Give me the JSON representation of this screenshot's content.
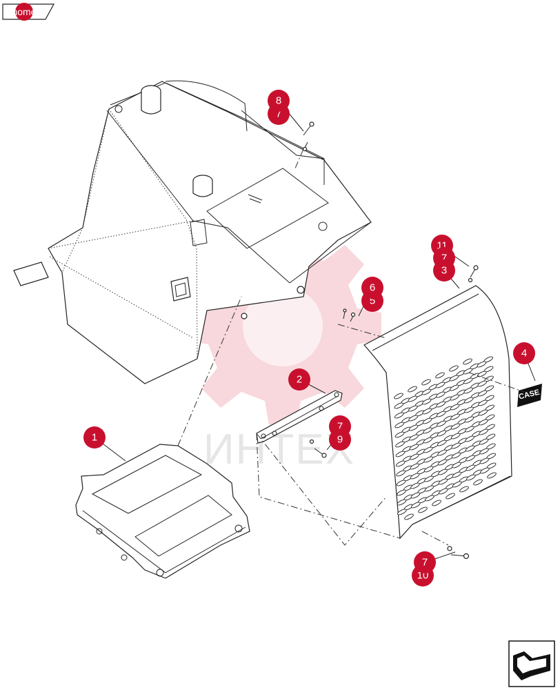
{
  "nav": {
    "home_label": "home"
  },
  "watermark": {
    "text": "ИНТЕХ"
  },
  "brand": {
    "decal_text": "CASE"
  },
  "colors": {
    "callout": "#c8102e",
    "watermark": "#f2b8bf",
    "line": "#222222"
  },
  "callouts": {
    "c1": "1",
    "c2": "2",
    "c3": "3",
    "c4": "4",
    "c5": "5",
    "c6": "6",
    "c7a": "7",
    "c7b": "7",
    "c7c": "7",
    "c7d": "7",
    "c8": "8",
    "c9": "9",
    "c10": "10",
    "c11": "11"
  },
  "icons": {
    "next_page": "next-page-arrow-icon"
  }
}
